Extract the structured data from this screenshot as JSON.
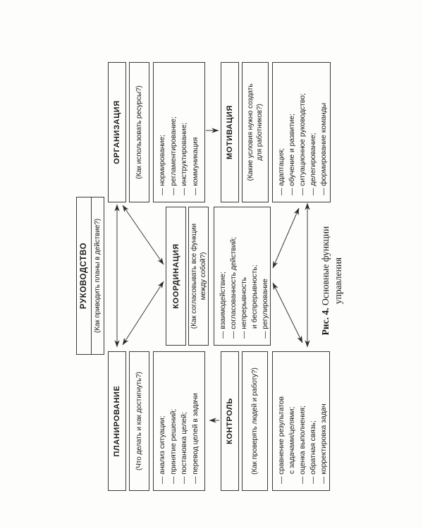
{
  "figure": {
    "caption": {
      "prefix": "Рис. 4.",
      "rest": " Основные функции",
      "line2": "управления"
    },
    "colors": {
      "ink": "#1b1b1b",
      "line": "#3a3a3a",
      "paper": "#fdfdfb"
    }
  },
  "leadership": {
    "title": "РУКОВОДСТВО",
    "question": "(Как приводить планы в действие?)"
  },
  "planning": {
    "title": "ПЛАНИРОВАНИЕ",
    "question": "(Что делать и как достигнуть?)",
    "items": [
      "— анализ ситуации;",
      "— принятие решений;",
      "— постановка целей;",
      "— перевод целей в задачи"
    ]
  },
  "organization": {
    "title": "ОРГАНИЗАЦИЯ",
    "question": "(Как использовать ресурсы?)",
    "items": [
      "— нормирование;",
      "— регламентирование;",
      "— инструктирование;",
      "— коммуникация"
    ]
  },
  "coordination": {
    "title": "КООРДИНАЦИЯ",
    "question": "(Как согласовывать все функции\nмежду собой?)",
    "items": [
      "— взаимодействие;",
      "— согласованность действий;",
      "— непрерывность\nи беспрерывность;",
      "— регулирование"
    ]
  },
  "control": {
    "title": "КОНТРОЛЬ",
    "question": "(Как проверять людей и работу?)",
    "items": [
      "— сравнение результатов\nс задачами/целями;",
      "— оценка выполнения;",
      "— обратная связь;",
      "— корректировка задач"
    ]
  },
  "motivation": {
    "title": "МОТИВАЦИЯ",
    "question": "(Какие условия нужно создать\nдля работников?)",
    "items": [
      "— адаптация;",
      "— обучение и развитие;",
      "— ситуационное руководство;",
      "— делегирование;",
      "— формирование команды"
    ]
  }
}
